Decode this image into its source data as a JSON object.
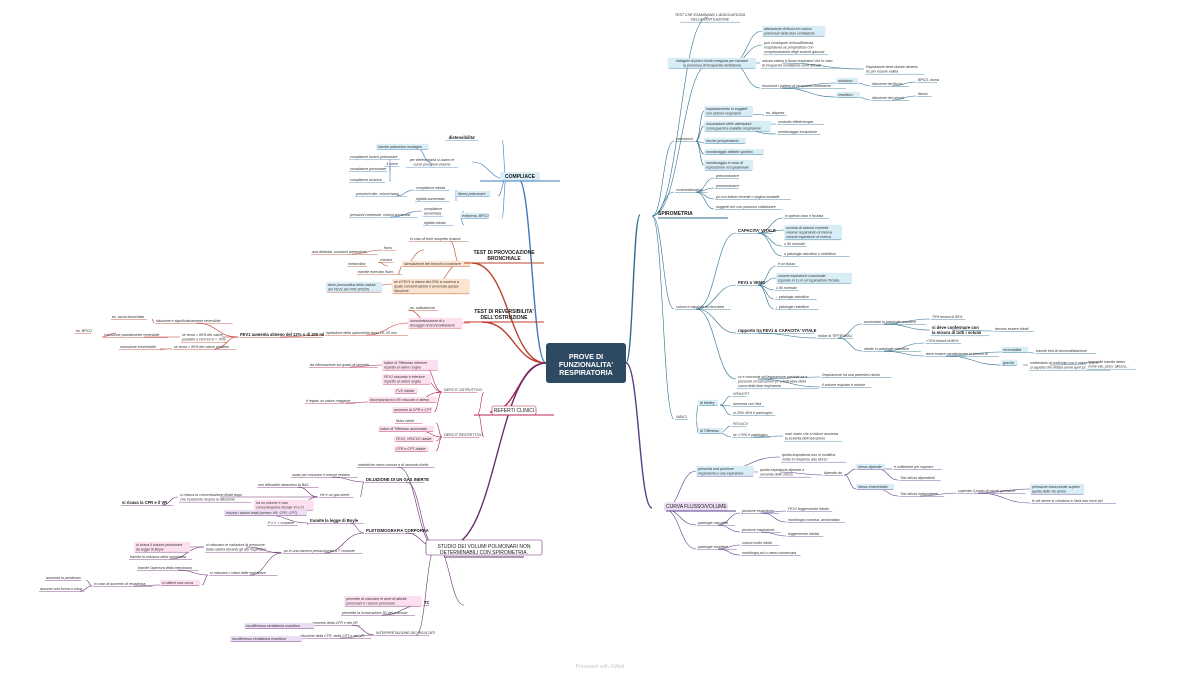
{
  "colors": {
    "center_bg": "#2e4a62",
    "spirometria": "#2c6e8f",
    "compliance": "#3d7ab8",
    "provocazione": "#b8472a",
    "reversibilita": "#c0392b",
    "referti": "#b5274f",
    "volumi": "#6a2c70",
    "curva": "#5b3c88",
    "tag_blue": "#d9edf7",
    "tag_pink": "#fde0ef",
    "tag_orange": "#fde4d0",
    "tag_purple": "#ecdff5",
    "green": "#3a8a3a",
    "red": "#d9432b"
  },
  "footer": "Presented with XMind",
  "center": [
    "PROVE DI",
    "FUNZIONALITA'",
    "RESPIRATORIA"
  ],
  "main": {
    "spirometria": "SPIROMETRIA",
    "compliance": "COMPLIACE",
    "provocazione": [
      "TEST DI PROVOCAZIONE",
      "BRONCHIALE"
    ],
    "reversibilita": [
      "TEST DI REVERSIBILITA'",
      "DELL'OSTRUZIONE"
    ],
    "referti": "REFERTI CLINICI",
    "volumi": [
      "STUDIO DEI VOLUMI POLMONARI NON",
      "DETERMINABILI CON SPIROMETRIA."
    ],
    "curva": "CURVA FLUSSO/VOLUME"
  },
  "nodes": [
    {
      "id": "sp_def",
      "lines": [
        "TEST CHE ESAMINANO L'ADEGUATEZZA",
        "DELLA VENTILAZIONE"
      ]
    },
    {
      "id": "sp_ind",
      "lines": [
        "indagine di primo livello eseguita per valutare",
        "la presenza di incapacità ventilatoria"
      ]
    },
    {
      "id": "sp_i1",
      "lines": [
        "alterazione di flussi e/o volumi",
        "polmonari della fase ventilatoria"
      ]
    },
    {
      "id": "sp_i2",
      "lines": [
        "può consegure un'insufficienza",
        "respiratoria se progredisce con",
        "compromissione degli scambi gassosi"
      ]
    },
    {
      "id": "sp_i3",
      "lines": [
        "misura valumi e flussi respiratori che in caso",
        "di incapacità ventilatoria sono alterati"
      ]
    },
    {
      "id": "sp_i3a",
      "lines": [
        "l'ispirazione deve durare almeno",
        "6s per essere valida"
      ]
    },
    {
      "id": "sp_i4",
      "lines": [
        "riconosce i pattern di incapacità ventilatoria"
      ]
    },
    {
      "id": "sp_ostr",
      "lines": [
        "ostruttivo"
      ]
    },
    {
      "id": "sp_ostr_a",
      "lines": [
        "riduzione del flusso"
      ]
    },
    {
      "id": "sp_ostr_b",
      "lines": [
        "BPCO, asma"
      ]
    },
    {
      "id": "sp_restr",
      "lines": [
        "restrittivo"
      ]
    },
    {
      "id": "sp_restr_a",
      "lines": [
        "riduzione dei volumi"
      ]
    },
    {
      "id": "sp_restr_b",
      "lines": [
        "fibrosi"
      ]
    },
    {
      "id": "sp_indic",
      "lines": [
        "indicazioni"
      ]
    },
    {
      "id": "sp_ic1",
      "lines": [
        "inquadramento in soggetti",
        "con sintomi respiratori"
      ]
    },
    {
      "id": "sp_ic1a",
      "lines": [
        "es. dispnea"
      ]
    },
    {
      "id": "sp_ic2",
      "lines": [
        "misurazione delle alterazioni",
        "conseguenti a malattie respiratorie"
      ]
    },
    {
      "id": "sp_ic2a",
      "lines": [
        "controllo effetti terapia"
      ]
    },
    {
      "id": "sp_ic2b",
      "lines": [
        "monitoraggio evoluzione"
      ]
    },
    {
      "id": "sp_ic3",
      "lines": [
        "rischio preoperatorio"
      ]
    },
    {
      "id": "sp_ic4",
      "lines": [
        "monitoraggio atleti/lo sportivo"
      ]
    },
    {
      "id": "sp_ic5",
      "lines": [
        "monitoraggio in caso di",
        "esposizione occupazionale"
      ]
    },
    {
      "id": "sp_contr",
      "lines": [
        "controindicazioni"
      ]
    },
    {
      "id": "sp_co1",
      "lines": [
        "pneumotorace"
      ]
    },
    {
      "id": "sp_co2",
      "lines": [
        "pneumotorace"
      ]
    },
    {
      "id": "sp_co3",
      "lines": [
        "pz con infarto recente o angina instabile"
      ]
    },
    {
      "id": "sp_co4",
      "lines": [
        "soggetti che non possono collaborare"
      ]
    },
    {
      "id": "sp_vol",
      "lines": [
        "volumi e capacità da ricordare"
      ]
    },
    {
      "id": "cv",
      "lines": [
        "CAPACITA' VITALE"
      ]
    },
    {
      "id": "cv1",
      "lines": [
        "in questo caso è forzata"
      ]
    },
    {
      "id": "cv2",
      "lines": [
        "somma di volume corrente",
        "volume respiratorio di riserva",
        "volume espiratorio di riserva"
      ]
    },
    {
      "id": "cv3",
      "lines": [
        "≥ 80 normale"
      ]
    },
    {
      "id": "cv4",
      "lines": [
        "≤ patologie ostruttive o restrittive"
      ]
    },
    {
      "id": "fev",
      "lines": [
        "FEV1 o VEMS"
      ]
    },
    {
      "id": "fev1",
      "lines": [
        "è un flusso"
      ]
    },
    {
      "id": "fev2",
      "lines": [
        "volume espiratorio massimale",
        "espirato in 1s in un'espirazione forzata"
      ]
    },
    {
      "id": "fev3",
      "lines": [
        "≥ 80 normale"
      ]
    },
    {
      "id": "fev4",
      "lines": [
        "↓ patologie ostruttive"
      ]
    },
    {
      "id": "fev5",
      "lines": [
        "↓ patologie restrittive"
      ]
    },
    {
      "id": "tf",
      "lines": [
        "rapporto tra FEV1 & CAPACITA' VITALE"
      ]
    },
    {
      "id": "tf1",
      "lines": [
        "indice di TIFFENEAU"
      ]
    },
    {
      "id": "tf2",
      "lines": [
        "aumentato in patologie restrittive"
      ]
    },
    {
      "id": "tf2a",
      "lines": [
        "70% lesioni di 80%"
      ]
    },
    {
      "id": "tf2b",
      "lines": [
        "si deve confermare con",
        "la misura di tutti i volumi"
      ]
    },
    {
      "id": "tf2c",
      "lines": [
        "devono essere ridotti"
      ]
    },
    {
      "id": "tf3",
      "lines": [
        "ridotto in patologie ostruttive"
      ]
    },
    {
      "id": "tf3a",
      "lines": [
        "<70% lesioni di 80%"
      ]
    },
    {
      "id": "tf3b",
      "lines": [
        "deve essere caratterizzato in termini di"
      ]
    },
    {
      "id": "tf3c",
      "lines": [
        "reversibilità"
      ]
    },
    {
      "id": "tf3c1",
      "lines": [
        "tramite test di broncodilatazione"
      ]
    },
    {
      "id": "tf3d",
      "lines": [
        "gravità"
      ]
    },
    {
      "id": "tf3d1",
      "lines": [
        "mettendolo al confronto con il valore che ci",
        "si aspetta che debba avere quel pz"
      ]
    },
    {
      "id": "tf3d2",
      "lines": [
        "ricavabile tramite fattori",
        "come età, peso, altezza..."
      ]
    },
    {
      "id": "cv_note",
      "lines": [
        "cv è concorde sull'espirazione parziale se è",
        "presente un'ostruzione (e a indicativa della",
        "curva della fase espiratoria"
      ]
    },
    {
      "id": "cv_n1",
      "lines": [
        "l'espirazione ha una parentesi ritorto"
      ]
    },
    {
      "id": "cv_n2",
      "lines": [
        "il volume espirato è minore"
      ]
    },
    {
      "id": "indici",
      "lines": [
        "INDICI"
      ]
    },
    {
      "id": "mot",
      "lines": [
        "di Motley"
      ]
    },
    {
      "id": "mot1",
      "lines": [
        "VR%/CPT"
      ]
    },
    {
      "id": "mot2",
      "lines": [
        "aumenta con l'età"
      ]
    },
    {
      "id": "mot3",
      "lines": [
        "≥l 25% 40% è patologico"
      ]
    },
    {
      "id": "tif",
      "lines": [
        "di Tiffeneau"
      ]
    },
    {
      "id": "tif1",
      "lines": [
        "FEV1/CV"
      ]
    },
    {
      "id": "tif2",
      "lines": [
        "se <70% è patologico"
      ]
    },
    {
      "id": "tif3",
      "lines": [
        "mari mano che si riduce aumenta",
        "la severità dell'ostruzione"
      ]
    },
    {
      "id": "cu1",
      "lines": [
        "presenta una porzione",
        "inspiratoria e una espiratoria"
      ]
    },
    {
      "id": "cu1a",
      "lines": [
        "quella inspiratoria non si modifica",
        "molto in relazione alla sforzo"
      ]
    },
    {
      "id": "cu1b",
      "lines": [
        "quella espiratoria dipende a",
        "seconda dello sforzo"
      ]
    },
    {
      "id": "cu1b1",
      "lines": [
        "dipende da"
      ]
    },
    {
      "id": "cu1c",
      "lines": [
        "sforzo dipende"
      ]
    },
    {
      "id": "cu1c1",
      "lines": [
        "è sufficiente per espirare"
      ]
    },
    {
      "id": "cu1c2",
      "lines": [
        "Tosi sforzo dipendenti"
      ]
    },
    {
      "id": "cu1d",
      "lines": [
        "sforzo invece/dalle"
      ]
    },
    {
      "id": "cu1d1",
      "lines": [
        "Tosi sforzo indipendenti"
      ]
    },
    {
      "id": "cu1d2",
      "lines": [
        "superato il punto di uguali pressione"
      ]
    },
    {
      "id": "cu1d3",
      "lines": [
        "pressione transmurale supera",
        "quella delle vie aeree"
      ]
    },
    {
      "id": "cu1d4",
      "lines": [
        "le vie aeree si chiudono e l'aria non esce più"
      ]
    },
    {
      "id": "cu2",
      "lines": [
        "patologie ostruttive"
      ]
    },
    {
      "id": "cu2a",
      "lines": [
        "porzione espiratoria"
      ]
    },
    {
      "id": "cu2a1",
      "lines": [
        "FEV1 leggermente ridotto"
      ]
    },
    {
      "id": "cu2a2",
      "lines": [
        "morfologia concava, arrotondata"
      ]
    },
    {
      "id": "cu2b",
      "lines": [
        "porzione inspiratoria"
      ]
    },
    {
      "id": "cu2b1",
      "lines": [
        "leggermente ridotta"
      ]
    },
    {
      "id": "cu3",
      "lines": [
        "patologie restrittive"
      ]
    },
    {
      "id": "cu3a",
      "lines": [
        "volumi molto ridotti"
      ]
    },
    {
      "id": "cu3b",
      "lines": [
        "morfologia più o meno conservata"
      ]
    },
    {
      "id": "co_def",
      "lines": [
        "distensibilita'"
      ]
    },
    {
      "id": "co1",
      "lines": [
        "tramite palloncino esofageo"
      ]
    },
    {
      "id": "co2",
      "lines": [
        "per determinarla si usano le",
        "curve pressioni-volume"
      ]
    },
    {
      "id": "co2a",
      "lines": [
        "compliance toraco-polmonare"
      ]
    },
    {
      "id": "co2b",
      "lines": [
        "compliance polmonare"
      ]
    },
    {
      "id": "co2c",
      "lines": [
        "compliance toracica"
      ]
    },
    {
      "id": "co2x",
      "lines": [
        "3 curve"
      ]
    },
    {
      "id": "co3",
      "lines": [
        "compliance ridotta"
      ]
    },
    {
      "id": "co3x",
      "lines": [
        "fibrosi polmonare"
      ]
    },
    {
      "id": "co3y",
      "lines": [
        "pressioni alte, volumi bassi"
      ]
    },
    {
      "id": "co4",
      "lines": [
        "rigidità aumentata"
      ]
    },
    {
      "id": "co5",
      "lines": [
        "compliance",
        "aumentata"
      ]
    },
    {
      "id": "co5x",
      "lines": [
        "enfisema, BPCO"
      ]
    },
    {
      "id": "co5y",
      "lines": [
        "pressioni contenute, volumi aumentati"
      ]
    },
    {
      "id": "co6",
      "lines": [
        "rigidità ridotta"
      ]
    },
    {
      "id": "pr1",
      "lines": [
        "in caso di forte sospetto d'asma"
      ]
    },
    {
      "id": "pr2",
      "lines": [
        "fisico"
      ]
    },
    {
      "id": "pr3",
      "lines": [
        "chimico"
      ]
    },
    {
      "id": "pr4",
      "lines": [
        "metacolina"
      ]
    },
    {
      "id": "pr5",
      "lines": [
        "tramite esercizio fisico"
      ]
    },
    {
      "id": "pr6",
      "lines": [
        "stimolazione dei bronchi a contrarre"
      ]
    },
    {
      "id": "pr6a",
      "lines": [
        "aria deidrata, soluzioni ipertoniche"
      ]
    },
    {
      "id": "pr7",
      "lines": [
        "se il FEV1 si riduce del 20% si osserva a",
        "quale concentrazione è avvenuta questa",
        "riduzione"
      ]
    },
    {
      "id": "pr8",
      "lines": [
        "dose provocativa della caduta",
        "del FEV1 del 20% (PD20)"
      ]
    },
    {
      "id": "rv1",
      "lines": [
        "es. salbutamolo"
      ]
    },
    {
      "id": "rv2",
      "lines": [
        "somministrazione di ≥",
        "dosaggio di broncodilatatore"
      ]
    },
    {
      "id": "rv3",
      "lines": [
        "ripetizione della spirometria dopo 15- 20 min"
      ]
    },
    {
      "id": "rv4",
      "lines": [
        "FEV1 aumenta almeno del 12% o di 200 ml"
      ]
    },
    {
      "id": "rv5",
      "lines": [
        "es. asma bronchiale"
      ]
    },
    {
      "id": "rv6",
      "lines": [
        "riduzione è significativamente reversibile"
      ]
    },
    {
      "id": "rv7",
      "lines": [
        "se torna < 80% del valore",
        "predetto e FEV1/CV < 70%"
      ]
    },
    {
      "id": "rv8",
      "lines": [
        "ostruzione parzialmente reversibile"
      ]
    },
    {
      "id": "rv9",
      "lines": [
        "es. BPCO"
      ]
    },
    {
      "id": "rv10",
      "lines": [
        "se torna > 80% del valore predetto"
      ]
    },
    {
      "id": "rv11",
      "lines": [
        "ostruzione irreversibile"
      ]
    },
    {
      "id": "rf1",
      "lines": [
        "DEFICIT OSTRUTTIVO"
      ]
    },
    {
      "id": "rf1a",
      "lines": [
        "indice di Tiffeneau inferiore",
        "rispetto al valore soglia"
      ]
    },
    {
      "id": "rf1b",
      "lines": [
        "FEV1 misurato è inferiore",
        "rispetto al valore soglia"
      ]
    },
    {
      "id": "rf1c",
      "lines": [
        "FVC ridotta"
      ]
    },
    {
      "id": "rf1d",
      "lines": [
        "discrepanza tra VR misurato e atteso"
      ]
    },
    {
      "id": "rf1e",
      "lines": [
        "aumento di CPR e CPT"
      ]
    },
    {
      "id": "rf1x",
      "lines": [
        "da informazione sul grado di severità"
      ]
    },
    {
      "id": "rf1y",
      "lines": [
        "è legato un valore maggiore"
      ]
    },
    {
      "id": "rf2",
      "lines": [
        "DEFICIT RESTRITTIVO"
      ]
    },
    {
      "id": "rf2a",
      "lines": [
        "fisiso ridotti"
      ]
    },
    {
      "id": "rf2b",
      "lines": [
        "indice di Tiffeneau aumentato"
      ]
    },
    {
      "id": "rf2c",
      "lines": [
        "FEV1, VR/CVC ridotte"
      ]
    },
    {
      "id": "rf2d",
      "lines": [
        "CFR e CPT ridotte"
      ]
    },
    {
      "id": "vo0",
      "lines": [
        "metodiche meno comuni e di secondo livello"
      ]
    },
    {
      "id": "vo1",
      "lines": [
        "DILUIZIONE DI UN GAS INERTE"
      ]
    },
    {
      "id": "vo1a",
      "lines": [
        "usato per misurare il volume residuo"
      ]
    },
    {
      "id": "vo1b",
      "lines": [
        "non diffusibile attraverso la BAC"
      ]
    },
    {
      "id": "vo1c",
      "lines": [
        "He è un gas inerte"
      ]
    },
    {
      "id": "vo1d",
      "lines": [
        "si misura la concentrazione finale dopo",
        "che il paziente respira la diluizione"
      ]
    },
    {
      "id": "vo1e",
      "lines": [
        "si ricava la CFR e il VR"
      ]
    },
    {
      "id": "vo1f",
      "lines": [
        "ha un volume e una",
        "concentrazione iniziale Vi e Ci"
      ]
    },
    {
      "id": "vo2",
      "lines": [
        "PLETISMOGRAFIA CORPOREA"
      ]
    },
    {
      "id": "vo2a",
      "lines": [
        "misura i volumi totali (ovvero VR, CFR, CPT)"
      ]
    },
    {
      "id": "vo2b",
      "lines": [
        "tramite la legge di Boyle"
      ]
    },
    {
      "id": "vo2c",
      "lines": [
        "P x V = costante"
      ]
    },
    {
      "id": "vo2d",
      "lines": [
        "si misurano le variazioni di pressione",
        "della cabina durante gli atti respiratori"
      ]
    },
    {
      "id": "vo2e",
      "lines": [
        "si ricava il volume polmonare",
        "da legge di Boyle"
      ]
    },
    {
      "id": "vo2f",
      "lines": [
        "tramite la chiusura della membrana"
      ]
    },
    {
      "id": "vo2g",
      "lines": [
        "tramite l'apertura della membrana"
      ]
    },
    {
      "id": "vo2h",
      "lines": [
        "pz in una camera pressurizzata a T costante"
      ]
    },
    {
      "id": "vo2i",
      "lines": [
        "si misurano i valori delle resistenze"
      ]
    },
    {
      "id": "vo2j",
      "lines": [
        "si ottiene una curva"
      ]
    },
    {
      "id": "vo2k",
      "lines": [
        "in caso di aumento di resistenza"
      ]
    },
    {
      "id": "vo2l",
      "lines": [
        "aumenta la pendenza"
      ]
    },
    {
      "id": "vo2m",
      "lines": [
        "assume una forma a clava"
      ]
    },
    {
      "id": "vo3",
      "lines": [
        "TC"
      ]
    },
    {
      "id": "vo3a",
      "lines": [
        "permette di calcolare le aree di atticità",
        "polmonari e i volumi polmonari"
      ]
    },
    {
      "id": "vo3b",
      "lines": [
        "permette la ricostruzione 3D del polmone"
      ]
    },
    {
      "id": "vo4",
      "lines": [
        "INTERPRETAZIONE DEI RISULTATI"
      ]
    },
    {
      "id": "vo4a",
      "lines": [
        "aumento della CFR e del VR"
      ]
    },
    {
      "id": "vo4b",
      "lines": [
        "insufficienza ventilatoria ostruttiva"
      ]
    },
    {
      "id": "vo4c",
      "lines": [
        "riduzione della CFR, della CPT e del VR"
      ]
    },
    {
      "id": "vo4d",
      "lines": [
        "insufficienza ventilatoria restrittiva"
      ]
    }
  ]
}
